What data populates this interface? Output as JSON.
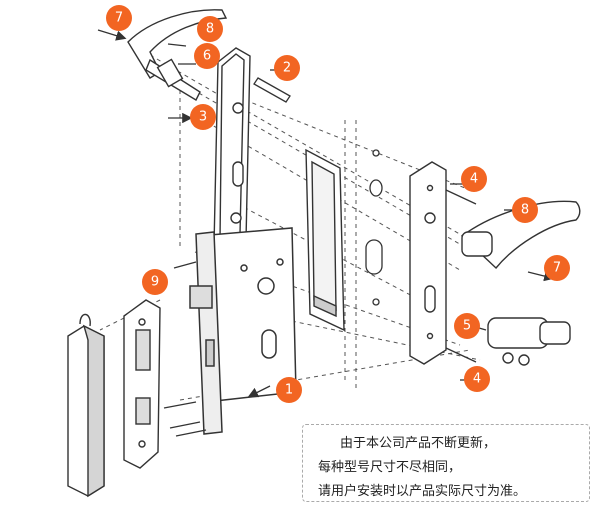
{
  "badges": {
    "b1": "1",
    "b2": "2",
    "b3": "3",
    "b4a": "4",
    "b4b": "4",
    "b5": "5",
    "b6": "6",
    "b7a": "7",
    "b7b": "7",
    "b8a": "8",
    "b8b": "8",
    "b9": "9"
  },
  "note": {
    "line1": "由于本公司产品不断更新，",
    "line2": "每种型号尺寸不尽相同，",
    "line3": "请用户安装时以产品实际尺寸为准。"
  },
  "colors": {
    "badge": "#f26522",
    "stroke": "#333333",
    "dash": "#555555",
    "shade": "#cfcfcf"
  }
}
